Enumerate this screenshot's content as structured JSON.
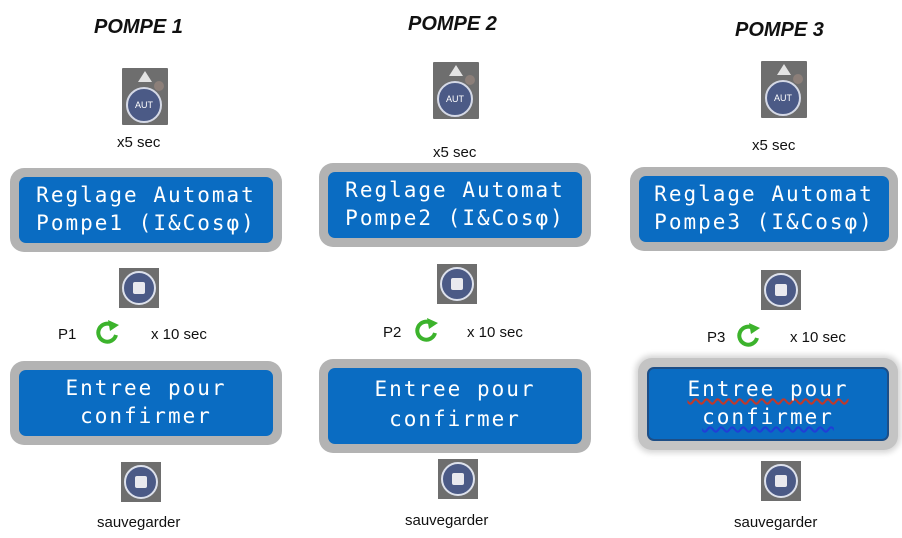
{
  "pumps": [
    {
      "title": "POMPE 1",
      "hold_aut": "x5 sec",
      "aut_label": "AUT",
      "lcd1_line1": "Reglage Automat",
      "lcd1_line2": "Pompe1 (I&Cosφ)",
      "pump_code": "P1",
      "hold_rotate": "x 10 sec",
      "lcd2_line1": "Entree pour",
      "lcd2_line2": "confirmer",
      "save": "sauvegarder"
    },
    {
      "title": "POMPE 2",
      "hold_aut": "x5 sec",
      "aut_label": "AUT",
      "lcd1_line1": "Reglage Automat",
      "lcd1_line2": "Pompe2 (I&Cosφ)",
      "pump_code": "P2",
      "hold_rotate": "x 10 sec",
      "lcd2_line1": "Entree pour",
      "lcd2_line2": "confirmer",
      "save": "sauvegarder"
    },
    {
      "title": "POMPE 3",
      "hold_aut": "x5 sec",
      "aut_label": "AUT",
      "lcd1_line1": "Reglage Automat",
      "lcd1_line2": "Pompe3 (I&Cosφ)",
      "pump_code": "P3",
      "hold_rotate": "x 10 sec",
      "lcd2_line1": "Entree pour",
      "lcd2_line2": "confirmer",
      "save": "sauvegarder"
    }
  ],
  "icons": {
    "aut_button": "aut-button-icon",
    "enter_button": "enter-button-icon",
    "rotate": "rotate-arrow-icon"
  },
  "colors": {
    "lcd_screen": "#0a6cc2",
    "lcd_frame": "#b3b3b3",
    "button_face": "#4b5a86",
    "arrow_green": "#3cb32c"
  }
}
